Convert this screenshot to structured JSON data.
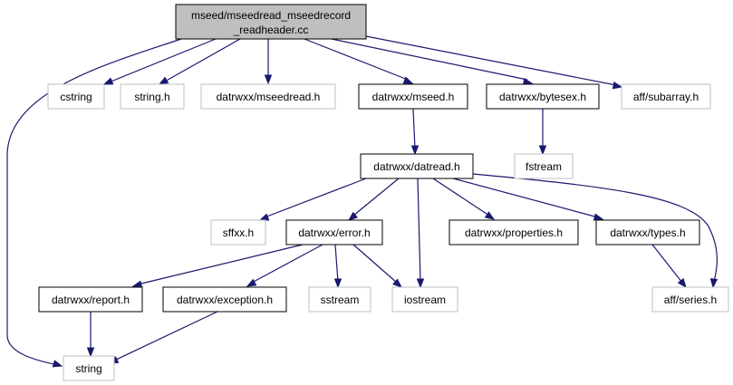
{
  "root": {
    "line1": "mseed/mseedread_mseedrecord",
    "line2": "_readheader.cc"
  },
  "nodes": {
    "cstring": "cstring",
    "string_h": "string.h",
    "datrwxx_mseedread_h": "datrwxx/mseedread.h",
    "datrwxx_mseed_h": "datrwxx/mseed.h",
    "datrwxx_bytesex_h": "datrwxx/bytesex.h",
    "aff_subarray_h": "aff/subarray.h",
    "fstream": "fstream",
    "datrwxx_datread_h": "datrwxx/datread.h",
    "sffxx_h": "sffxx.h",
    "datrwxx_error_h": "datrwxx/error.h",
    "datrwxx_properties_h": "datrwxx/properties.h",
    "datrwxx_types_h": "datrwxx/types.h",
    "datrwxx_report_h": "datrwxx/report.h",
    "datrwxx_exception_h": "datrwxx/exception.h",
    "sstream": "sstream",
    "iostream": "iostream",
    "aff_series_h": "aff/series.h",
    "string": "string"
  },
  "colors": {
    "edge": "#191970",
    "root_fill": "#bfbfbf",
    "external_border": "#bfbfbf",
    "internal_border": "#000000"
  },
  "edges": [
    [
      "root",
      "string"
    ],
    [
      "root",
      "cstring"
    ],
    [
      "root",
      "string_h"
    ],
    [
      "root",
      "datrwxx_mseedread_h"
    ],
    [
      "root",
      "datrwxx_mseed_h"
    ],
    [
      "root",
      "datrwxx_bytesex_h"
    ],
    [
      "root",
      "aff_subarray_h"
    ],
    [
      "datrwxx_mseed_h",
      "datrwxx_datread_h"
    ],
    [
      "datrwxx_bytesex_h",
      "fstream"
    ],
    [
      "datrwxx_datread_h",
      "sffxx_h"
    ],
    [
      "datrwxx_datread_h",
      "datrwxx_error_h"
    ],
    [
      "datrwxx_datread_h",
      "iostream"
    ],
    [
      "datrwxx_datread_h",
      "datrwxx_properties_h"
    ],
    [
      "datrwxx_datread_h",
      "datrwxx_types_h"
    ],
    [
      "datrwxx_datread_h",
      "aff_series_h"
    ],
    [
      "datrwxx_error_h",
      "datrwxx_report_h"
    ],
    [
      "datrwxx_error_h",
      "datrwxx_exception_h"
    ],
    [
      "datrwxx_error_h",
      "sstream"
    ],
    [
      "datrwxx_error_h",
      "iostream"
    ],
    [
      "datrwxx_types_h",
      "aff_series_h"
    ],
    [
      "datrwxx_report_h",
      "string"
    ],
    [
      "datrwxx_exception_h",
      "string"
    ]
  ]
}
